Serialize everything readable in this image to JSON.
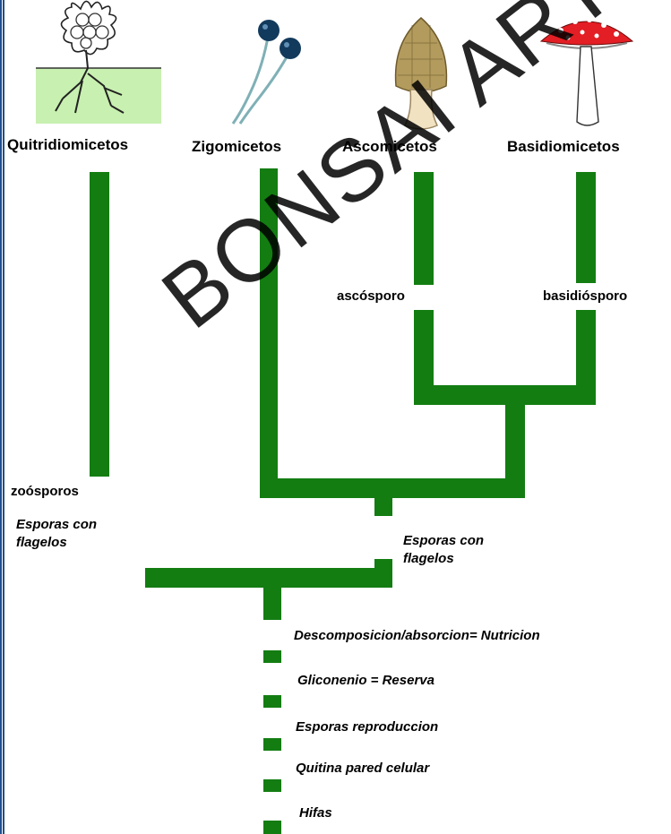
{
  "taxa": {
    "quitridiomicetos": "Quitridiomicetos",
    "zigomicetos": "Zigomicetos",
    "ascomicetos": "Ascomicetos",
    "basidiomicetos": "Basidiomicetos"
  },
  "traits": {
    "ascosporo": "ascósporo",
    "basidiosporo": "basidiósporo",
    "zoosporos": "zoósporos",
    "esporas_flagelos_left_1": "Esporas con",
    "esporas_flagelos_left_2": "flagelos",
    "esporas_flagelos_center_1": "Esporas con",
    "esporas_flagelos_center_2": "flagelos"
  },
  "synapomorphies": [
    "Descomposicion/absorcion=  Nutricion",
    "Gliconenio = Reserva",
    "Esporas reproduccion",
    "Quitina  pared celular",
    "Hifas"
  ],
  "watermark": "BONSAI ARTE",
  "colors": {
    "branch": "#137d12",
    "frame": "#1f4f8f"
  }
}
